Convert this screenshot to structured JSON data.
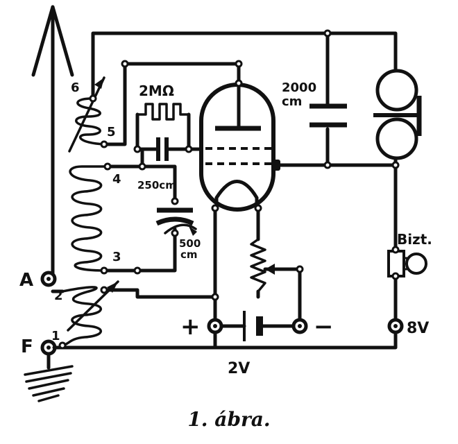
{
  "labels": {
    "resistor_2m": "2MΩ",
    "capacitor_2000_value": "2000",
    "capacitor_2000_unit": "cm",
    "capacitor_250": "250cm",
    "capacitor_500_value": "500",
    "capacitor_500_unit": "cm",
    "fuse": "Bizt.",
    "voltage_8v": "8V",
    "voltage_2v": "2V",
    "plus": "+",
    "minus": "−",
    "terminal_a": "A",
    "terminal_f": "F",
    "tap_1": "1",
    "tap_2": "2",
    "tap_3": "3",
    "tap_4": "4",
    "tap_5": "5",
    "tap_6": "6"
  },
  "caption": "1. ábra."
}
